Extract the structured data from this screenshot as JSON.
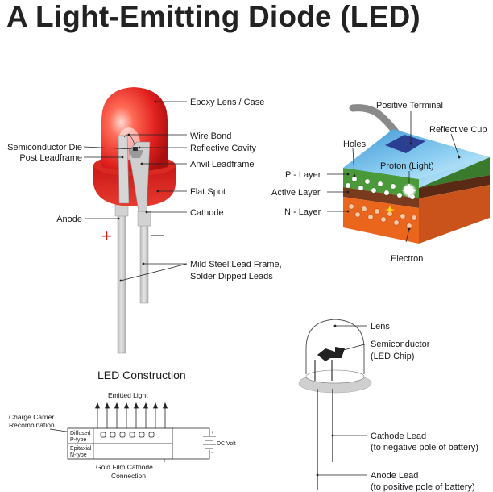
{
  "title": "A Light-Emitting Diode (LED)",
  "led_labels": {
    "lens": "Epoxy Lens / Case",
    "wire_bond": "Wire Bond",
    "reflective_cavity": "Reflective Cavity",
    "semiconductor_die": "Semiconductor Die",
    "post_leadframe": "Post Leadframe",
    "anvil_leadframe": "Anvil Leadframe",
    "flat_spot": "Flat Spot",
    "anode": "Anode",
    "cathode": "Cathode",
    "lead_frame_1": "Mild Steel Lead Frame,",
    "lead_frame_2": "Solder Dipped Leads",
    "plus": "+",
    "minus": "—"
  },
  "chip_labels": {
    "positive_terminal": "Positive Terminal",
    "reflective_cup": "Reflective Cup",
    "holes": "Holes",
    "p_layer": "P - Layer",
    "proton": "Proton (Light)",
    "active_layer": "Active Layer",
    "n_layer": "N - Layer",
    "electron": "Electron"
  },
  "construction": {
    "heading": "LED  Construction",
    "emitted_light": "Emitted Light",
    "recomb_1": "Charge Carrier",
    "recomb_2": "Recombination",
    "p_1": "Diffused",
    "p_2": "P-type",
    "n_1": "Epitaxial",
    "n_2": "N-type",
    "cathode_1": "Gold Film Cathode",
    "cathode_2": "Connection",
    "dc_volt": "DC Volt",
    "plus": "+",
    "minus": "−"
  },
  "outline_labels": {
    "lens": "Lens",
    "semi_1": "Semiconductor",
    "semi_2": "(LED Chip)",
    "cathode_1": "Cathode Lead",
    "cathode_2": "(to negative pole of battery)",
    "anode_1": "Anode Lead",
    "anode_2": "(to positive pole of battery)"
  },
  "colors": {
    "led_red": "#e0201e",
    "lead_grey": "#c9c9c9",
    "sky_blue": "#61b8e8",
    "p_green": "#4a9a3a",
    "active_brown": "#7a3a1e",
    "n_orange": "#e9661c",
    "terminal_blue": "#2a3f8f"
  }
}
